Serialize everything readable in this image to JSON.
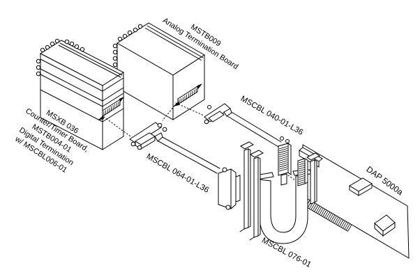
{
  "diagram": {
    "background_color": "#ffffff",
    "line_color": "#000000",
    "labels": {
      "analog_board": {
        "line1": "MSTB009",
        "line2": "Analog Termination Board"
      },
      "counter_timer_board": {
        "line1": "MSXB 036",
        "line2": "Counter/Timer Board,",
        "line3": "MSTB004-01",
        "line4": "Digital Termination",
        "line5": "w/ MSCBL006-01"
      },
      "cable_analog": "MSCBL 040-01-L36",
      "cable_digital": "MSCBL 064-01-L36",
      "cable_ribbon": "MSCBL 076-01",
      "dap_board": "DAP 5000a"
    }
  }
}
